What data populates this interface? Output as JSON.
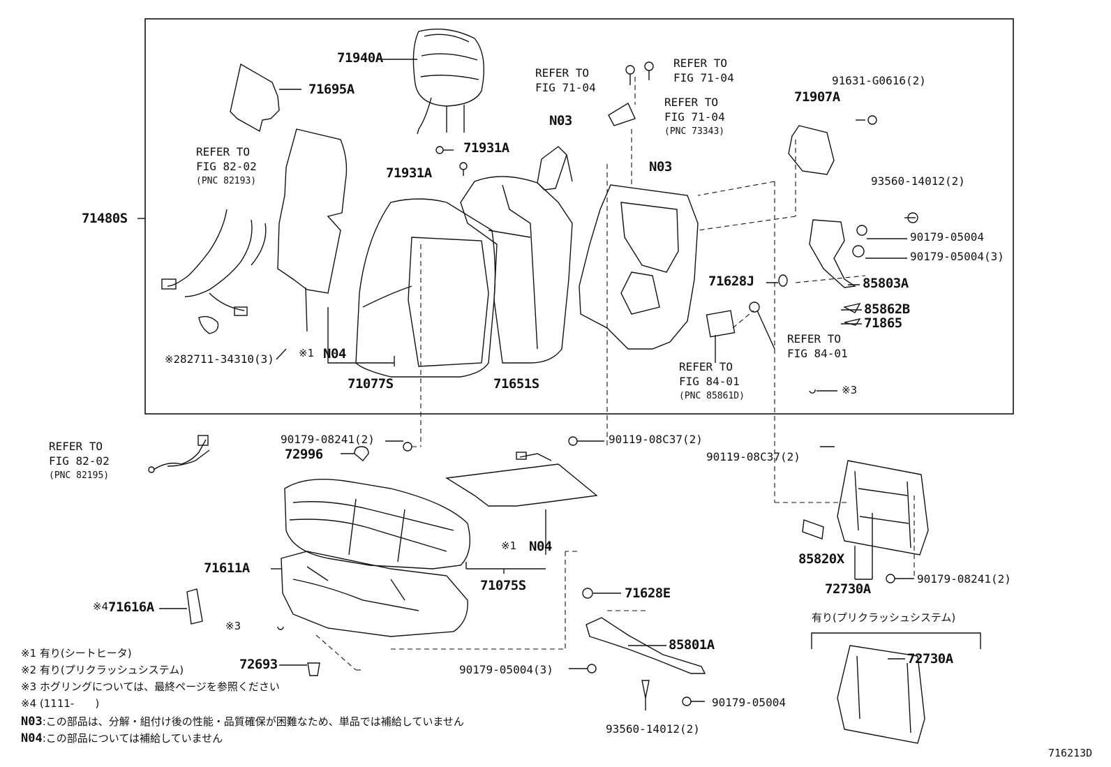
{
  "parts": {
    "p71940A": "71940A",
    "p71695A": "71695A",
    "p71931A_1": "71931A",
    "p71931A_2": "71931A",
    "p71480S": "71480S",
    "p71077S": "71077S",
    "p71651S": "71651S",
    "pN03_1": "N03",
    "pN03_2": "N03",
    "pN04_1": "N04",
    "pN04_2": "N04",
    "p91631": "91631-G0616(2)",
    "p71907A": "71907A",
    "p93560_top": "93560-14012(2)",
    "p90179_05004": "90179-05004",
    "p90179_05004_3": "90179-05004(3)",
    "p71628J": "71628J",
    "p85803A": "85803A",
    "p85862B": "85862B",
    "p71865": "71865",
    "p82711": "82711-34310(3)",
    "p90179_08241_2": "90179-08241(2)",
    "p90119_08C37_a": "90119-08C37(2)",
    "p90119_08C37_b": "90119-08C37(2)",
    "p72996": "72996",
    "p71611A": "71611A",
    "p71616A": "71616A",
    "p71075S": "71075S",
    "p71628E": "71628E",
    "p85801A": "85801A",
    "p72693": "72693",
    "p90179_05004_3b": "90179-05004(3)",
    "p90179_05004_b": "90179-05004",
    "p93560_bot": "93560-14012(2)",
    "p85820X": "85820X",
    "p72730A": "72730A",
    "p90179_08241_b": "90179-08241(2)",
    "p72730A_b": "72730A"
  },
  "refs": {
    "r_7104_a": [
      "REFER TO",
      "FIG 71-04"
    ],
    "r_7104_b": [
      "REFER TO",
      "FIG 71-04"
    ],
    "r_7104_c": [
      "REFER TO",
      "FIG 71-04",
      "(PNC 73343)"
    ],
    "r_8202_a": [
      "REFER TO",
      "FIG 82-02",
      "(PNC 82193)"
    ],
    "r_8401_a": [
      "REFER TO",
      "FIG 84-01"
    ],
    "r_8401_b": [
      "REFER TO",
      "FIG 84-01",
      "(PNC 85861D)"
    ],
    "r_8202_b": [
      "REFER TO",
      "FIG 82-02",
      "(PNC 82195)"
    ]
  },
  "marks": {
    "m1": "※1",
    "m1b": "※1",
    "m2": "※2",
    "m3": "※3",
    "m3b": "※3",
    "m4": "※4"
  },
  "precrash_box_title": "有り(プリクラッシュシステム)",
  "notes": [
    {
      "mark": "※1",
      "text": "有り(シートヒータ)"
    },
    {
      "mark": "※2",
      "text": "有り(プリクラッシュシステム)"
    },
    {
      "mark": "※3",
      "text": "ホグリングについては、最終ページを参照ください"
    },
    {
      "mark": "※4",
      "text": "(1111-　　)"
    },
    {
      "mark": "N03",
      "text": ":この部品は、分解・組付け後の性能・品質確保が困難なため、単品では補給していません"
    },
    {
      "mark": "N04",
      "text": ":この部品については補給していません"
    }
  ],
  "figure_id": "716213D"
}
